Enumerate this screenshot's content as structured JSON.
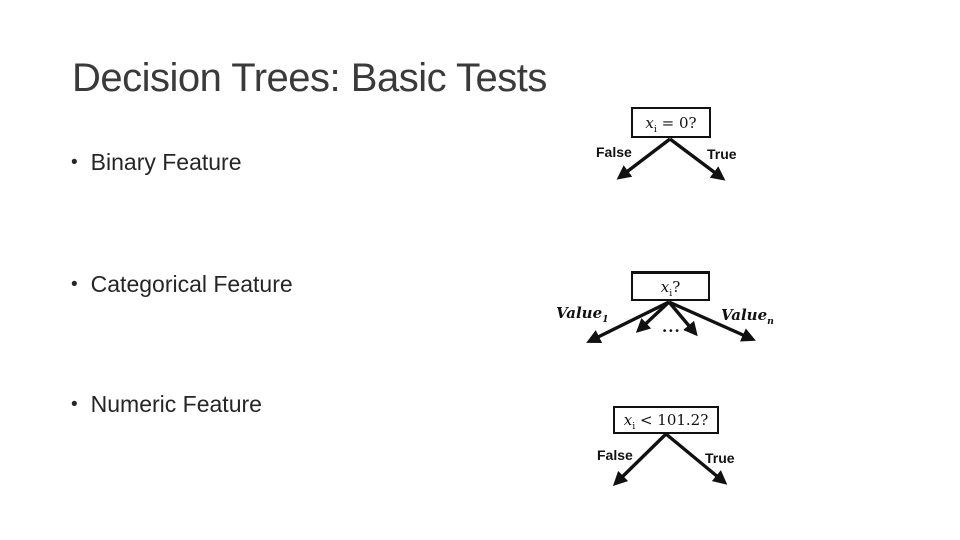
{
  "slide": {
    "title": "Decision Trees: Basic Tests",
    "bullet_char": "•",
    "bullets": [
      {
        "label": "Binary Feature"
      },
      {
        "label": "Categorical Feature"
      },
      {
        "label": "Numeric Feature"
      }
    ],
    "trees": {
      "binary": {
        "test": {
          "var": "x",
          "sub": "i",
          "rest": " = 0?"
        },
        "false_label": "False",
        "true_label": "True"
      },
      "categorical": {
        "test": {
          "var": "x",
          "sub": "i",
          "rest": "?"
        },
        "value_first": {
          "base": "Value",
          "sub": "1"
        },
        "value_last": {
          "base": "Value",
          "sub": "n"
        },
        "ellipsis": "..."
      },
      "numeric": {
        "test": {
          "var": "x",
          "sub": "i",
          "rest": " < 101.2?"
        },
        "false_label": "False",
        "true_label": "True"
      }
    },
    "colors": {
      "background": "#ffffff",
      "ink": "#111111",
      "title_text": "#3a3a3a",
      "body_text": "#262626"
    }
  }
}
